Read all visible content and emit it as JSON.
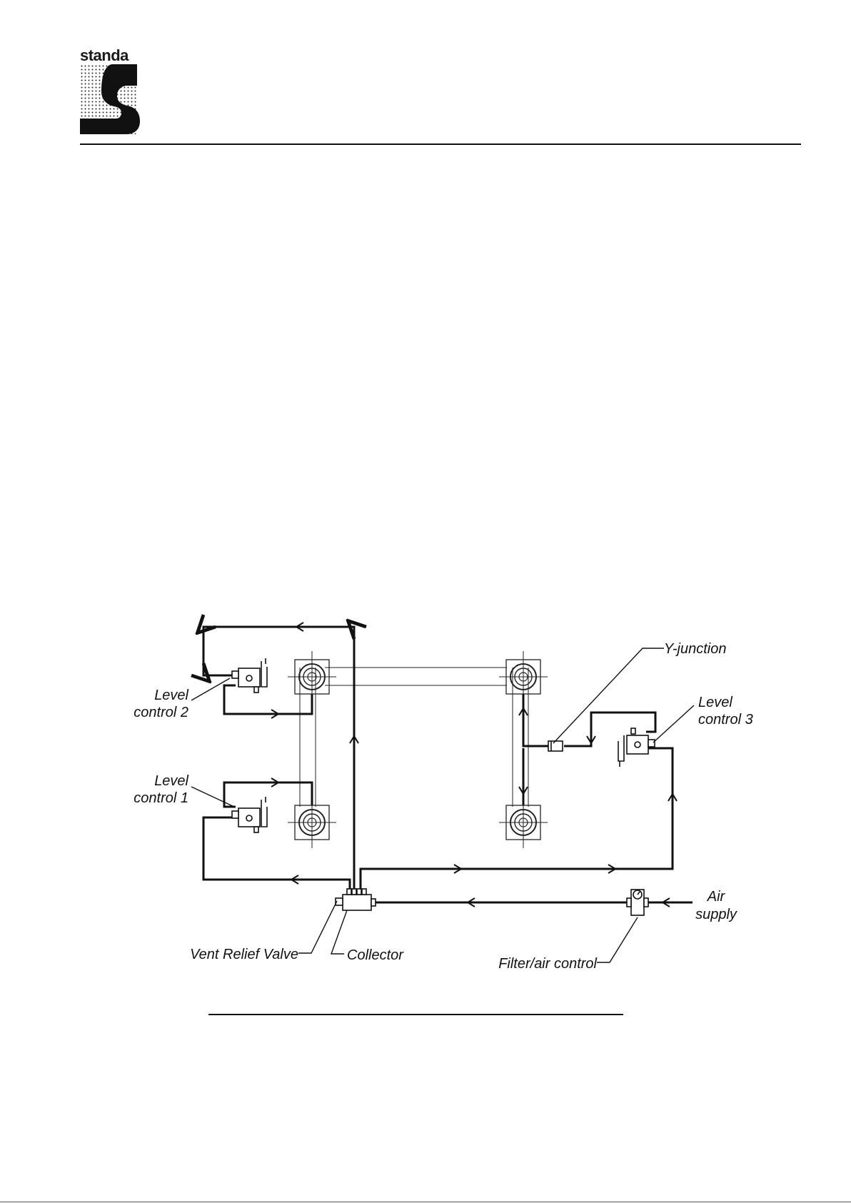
{
  "logo": {
    "wordmark": "standa",
    "icon": "standa-s-logo-icon"
  },
  "diagram": {
    "labels": {
      "level_control_2": [
        "Level",
        "control 2"
      ],
      "level_control_1": [
        "Level",
        "control 1"
      ],
      "level_control_3": [
        "Level",
        "control 3"
      ],
      "y_junction": "Y-junction",
      "vent_relief_valve": "Vent Relief Valve",
      "collector": "Collector",
      "filter_air_control": "Filter/air control",
      "air_supply": [
        "Air",
        "supply"
      ]
    }
  }
}
